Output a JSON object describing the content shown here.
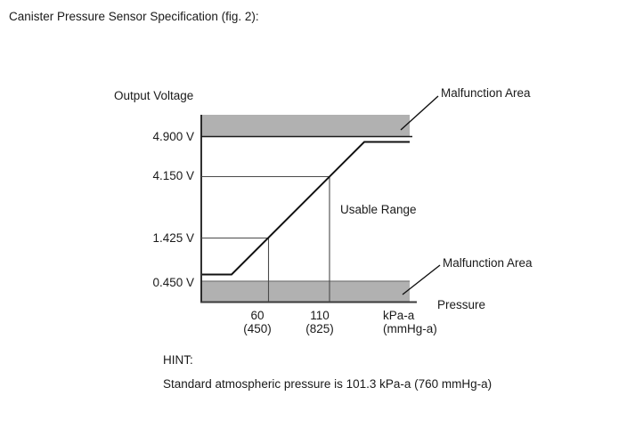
{
  "page": {
    "title": "Canister Pressure Sensor Specification (fig. 2):",
    "hint_label": "HINT:",
    "hint_text": "Standard atmospheric pressure is 101.3 kPa-a (760 mmHg-a)"
  },
  "chart": {
    "y_axis_title": "Output Voltage",
    "x_axis_title": "Pressure",
    "y_tick_labels": [
      "4.900 V",
      "4.150 V",
      "1.425 V",
      "0.450 V"
    ],
    "x_tick_primary": [
      "60",
      "110"
    ],
    "x_tick_secondary": [
      "(450)",
      "(825)"
    ],
    "x_unit_primary": "kPa-a",
    "x_unit_secondary": "(mmHg-a)",
    "malfunction_top_label": "Malfunction Area",
    "malfunction_bottom_label": "Malfunction Area",
    "usable_range_label": "Usable Range",
    "band_color": "#b1b1b1"
  },
  "chart_data": {
    "type": "line",
    "title": "Canister Pressure Sensor Specification (fig. 2)",
    "xlabel": "Pressure",
    "ylabel": "Output Voltage",
    "x_units": [
      "kPa-a",
      "mmHg-a"
    ],
    "y_unit": "V",
    "y_ticks_v": [
      4.9,
      4.15,
      1.425,
      0.45
    ],
    "x_ticks": [
      {
        "kpa_a": 60,
        "mmhg_a": 450
      },
      {
        "kpa_a": 110,
        "mmhg_a": 825
      }
    ],
    "series": [
      {
        "name": "sensor-output-characteristic",
        "points": [
          {
            "pressure_kpa_a": 60,
            "pressure_mmhg_a": 450,
            "voltage_v": 1.425
          },
          {
            "pressure_kpa_a": 110,
            "pressure_mmhg_a": 825,
            "voltage_v": 4.15
          }
        ],
        "clamp_low_v": 0.45,
        "clamp_high_v": 4.9,
        "shape": "flat at low clamp, linear rise between ticks, flat at high clamp"
      }
    ],
    "regions": {
      "malfunction_above_v": 4.9,
      "malfunction_below_v": 0.45,
      "usable_range": "between 0.450 V and 4.900 V"
    },
    "annotations": [
      "Malfunction Area (top)",
      "Malfunction Area (bottom)",
      "Usable Range"
    ],
    "note": "Standard atmospheric pressure is 101.3 kPa-a (760 mmHg-a)",
    "grid": "droplines at tick intersections only",
    "legend": "none"
  }
}
